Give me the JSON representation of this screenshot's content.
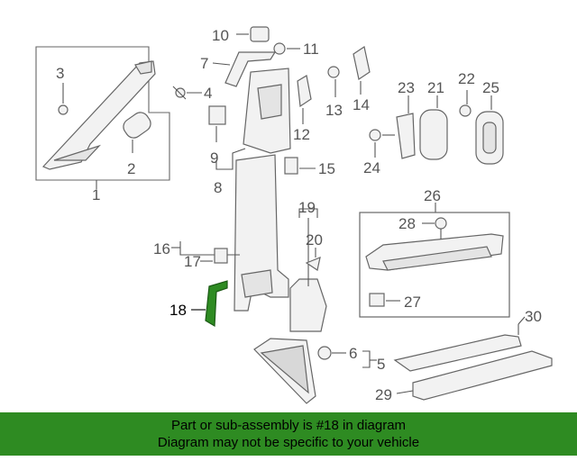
{
  "callouts": {
    "c1": "1",
    "c2": "2",
    "c3": "3",
    "c4": "4",
    "c5": "5",
    "c6": "6",
    "c7": "7",
    "c8": "8",
    "c9": "9",
    "c10": "10",
    "c11": "11",
    "c12": "12",
    "c13": "13",
    "c14": "14",
    "c15": "15",
    "c16": "16",
    "c17": "17",
    "c18": "18",
    "c19": "19",
    "c20": "20",
    "c21": "21",
    "c22": "22",
    "c23": "23",
    "c24": "24",
    "c25": "25",
    "c26": "26",
    "c27": "27",
    "c28": "28",
    "c29": "29",
    "c30": "30"
  },
  "highlight": {
    "part": "18",
    "color": "#2e8b22"
  },
  "banner": {
    "line1": "Part or sub-assembly is #18 in diagram",
    "line2": "Diagram may not be specific to your vehicle",
    "color": "#2e8b22"
  }
}
